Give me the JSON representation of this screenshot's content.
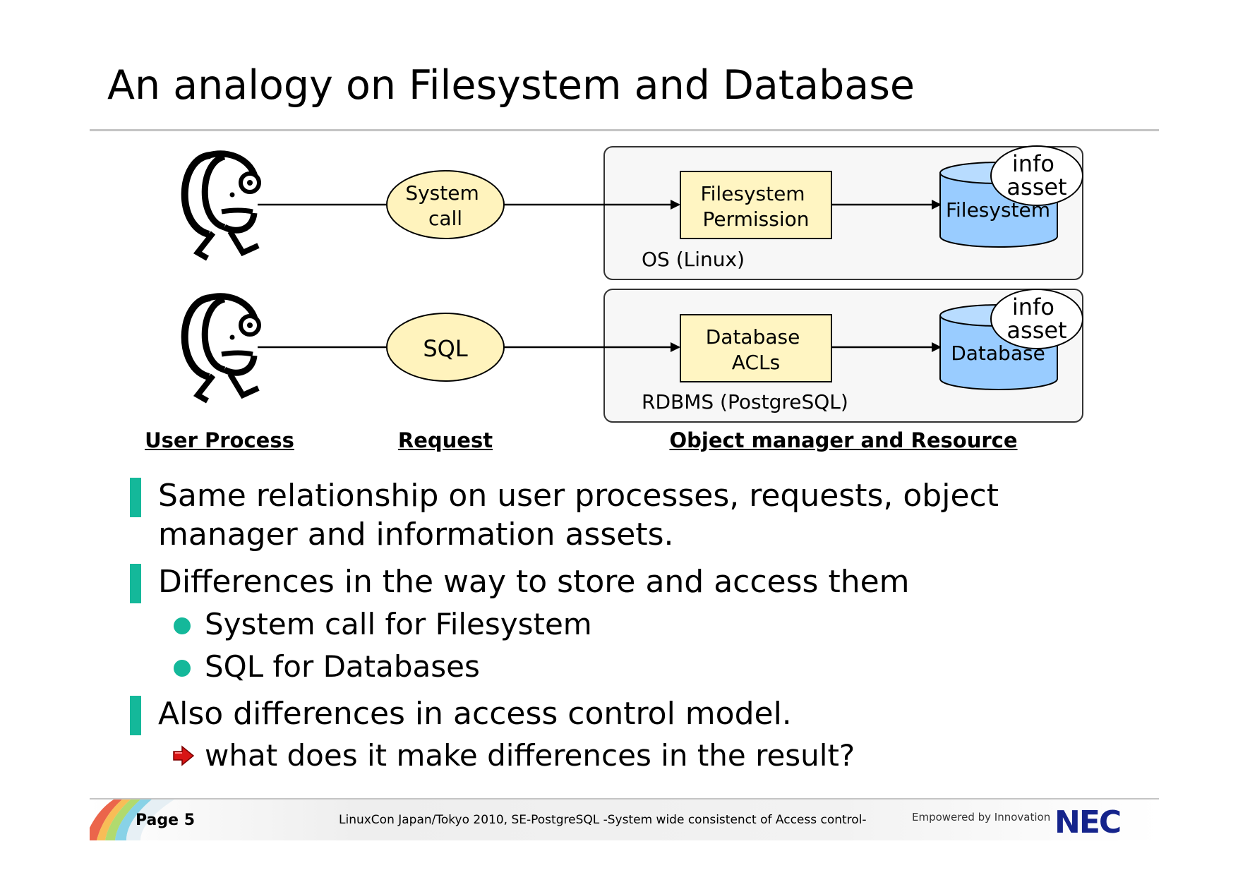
{
  "slide": {
    "title": "An analogy on Filesystem and Database"
  },
  "diagram": {
    "rows": [
      {
        "request": [
          "System",
          "call"
        ],
        "manager": [
          "Filesystem",
          "Permission"
        ],
        "resource": "Filesystem",
        "container_label": "OS (Linux)",
        "badge": [
          "info",
          "asset"
        ]
      },
      {
        "request": [
          "SQL"
        ],
        "manager": [
          "Database",
          "ACLs"
        ],
        "resource": "Database",
        "container_label": "RDBMS (PostgreSQL)",
        "badge": [
          "info",
          "asset"
        ]
      }
    ],
    "column_headers": {
      "user_process": "User Process",
      "request": "Request",
      "object_manager": "Object manager and Resource"
    },
    "colors": {
      "ellipse_fill": "#fff3bd",
      "box_fill": "#fff5c2",
      "cylinder_fill": "#99ccff",
      "container_fill": "#f7f7f7"
    }
  },
  "bullets": {
    "b1": "Same relationship on user processes, requests, object manager and information assets.",
    "b2": "Differences in the way to store and access them",
    "b2_sub1": "System call for Filesystem",
    "b2_sub2": "SQL for Databases",
    "b3": "Also differences in access control model.",
    "b3_sub1": "what does it make differences in the result?",
    "bar_color": "#14b89a",
    "arrow_icon": "red-right-arrow"
  },
  "footer": {
    "page": "Page 5",
    "center": "LinuxCon Japan/Tokyo 2010, SE-PostgreSQL -System wide consistenct of Access control-",
    "tagline": "Empowered by Innovation",
    "logo": "NEC"
  }
}
